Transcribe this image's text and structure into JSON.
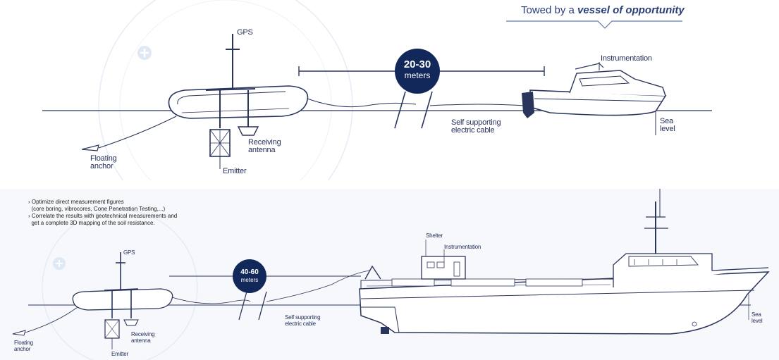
{
  "header": {
    "towed_prefix": "Towed by a ",
    "towed_emphasis": "vessel of opportunity"
  },
  "top": {
    "distance": {
      "value": "20-30",
      "unit": "meters"
    },
    "labels": {
      "gps": "GPS",
      "instrumentation": "Instrumentation",
      "cable": "Self supporting\nelectric cable",
      "sea_level": "Sea\nlevel",
      "floating_anchor": "Floating\nanchor",
      "receiving_antenna": "Receiving\nantenna",
      "emitter": "Emitter"
    }
  },
  "bottom": {
    "bullets": [
      "› Optimize direct measurement figures",
      "  (core boring, vibrocores, Cone Penetration Testing,...)",
      "› Correlate the results with geotechnical measurements and",
      "  get a complete 3D mapping of the soil resistance."
    ],
    "distance": {
      "value": "40-60",
      "unit": "meters"
    },
    "labels": {
      "gps": "GPS",
      "shelter": "Shelter",
      "instrumentation": "Instrumentation",
      "cable": "Self supporting\nelectric cable",
      "sea_level": "Sea\nlevel",
      "floating_anchor": "Floating\nanchor",
      "receiving_antenna": "Receiving\nantenna",
      "emitter": "Emitter"
    }
  },
  "colors": {
    "accent": "#13285a",
    "line": "#2a355c",
    "water_swirl": "#dfe9f4"
  }
}
